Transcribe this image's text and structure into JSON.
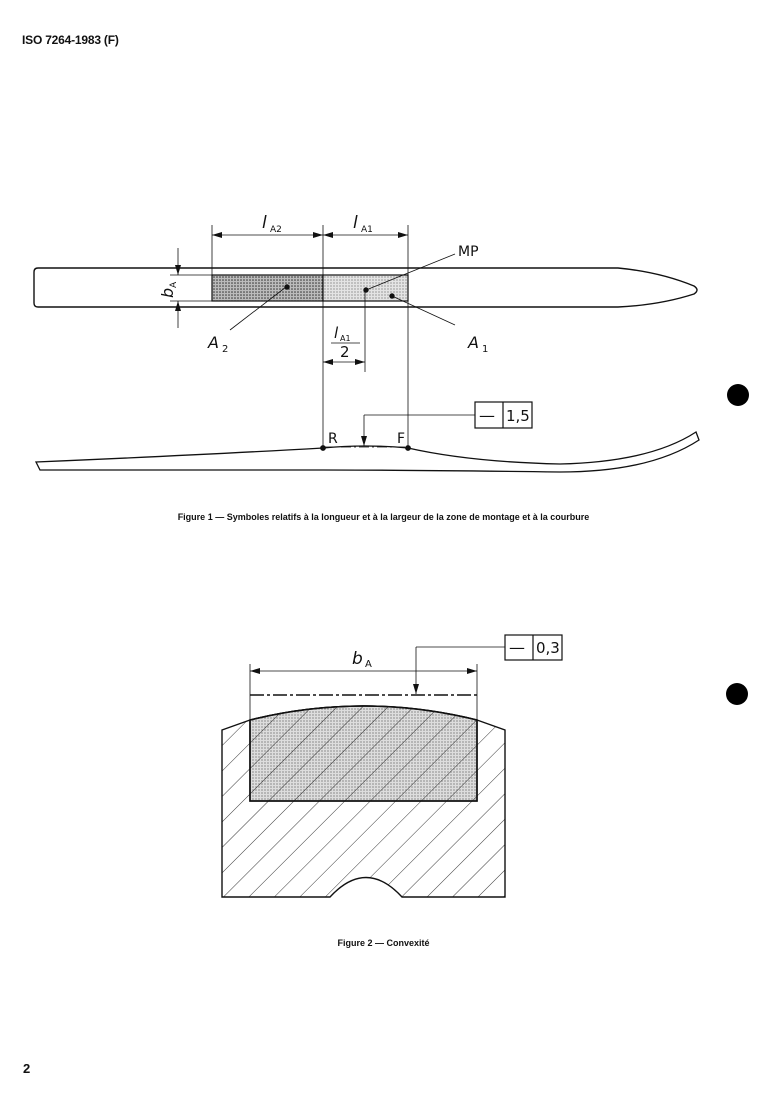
{
  "header": {
    "standard": "ISO 7264-1983 (F)"
  },
  "figure1": {
    "caption": "Figure 1 — Symboles relatifs à la longueur et à la largeur de la zone de montage et à la courbure",
    "labels": {
      "l": "l",
      "A2_sub": "A2",
      "A1_sub": "A1",
      "b": "b",
      "A_sub": "A",
      "MP": "MP",
      "A2": "A",
      "A2_idx": "2",
      "A1": "A",
      "A1_idx": "1",
      "half_den": "2",
      "R": "R",
      "F": "F"
    },
    "tolerance": {
      "symbol": "—",
      "value": "1,5"
    }
  },
  "figure2": {
    "caption": "Figure 2 — Convexité",
    "labels": {
      "b": "b",
      "A_sub": "A"
    },
    "tolerance": {
      "symbol": "—",
      "value": "0,3"
    }
  },
  "page_number": "2"
}
